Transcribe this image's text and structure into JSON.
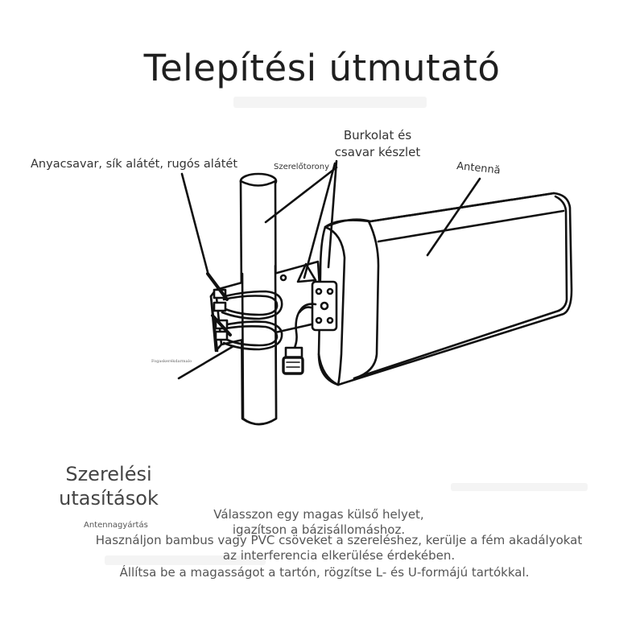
{
  "title": "Telepítési útmutató",
  "labels": {
    "nut_washers": "Anyacsavar, sík alátét, rugós alátét",
    "tower": "Szerelőtorony",
    "cover_screw": "Burkolat és csavar készlet",
    "antenna": "Antennă",
    "small": "Fogaskerékdarmalo"
  },
  "section": {
    "title": "Szerelési utasítások",
    "antenna_make": "Antennagyártás",
    "lines": [
      "Válasszon egy magas külső helyet,",
      "igazítson a bázisállomáshoz.",
      "Használjon bambus vagy PVC csöveket a szereléshez, kerülje a fém akadályokat",
      "az interferencia elkerülése érdekében.",
      "Állítsa be a magasságot a tartón, rögzítse L- és U-formájú tartókkal."
    ]
  }
}
